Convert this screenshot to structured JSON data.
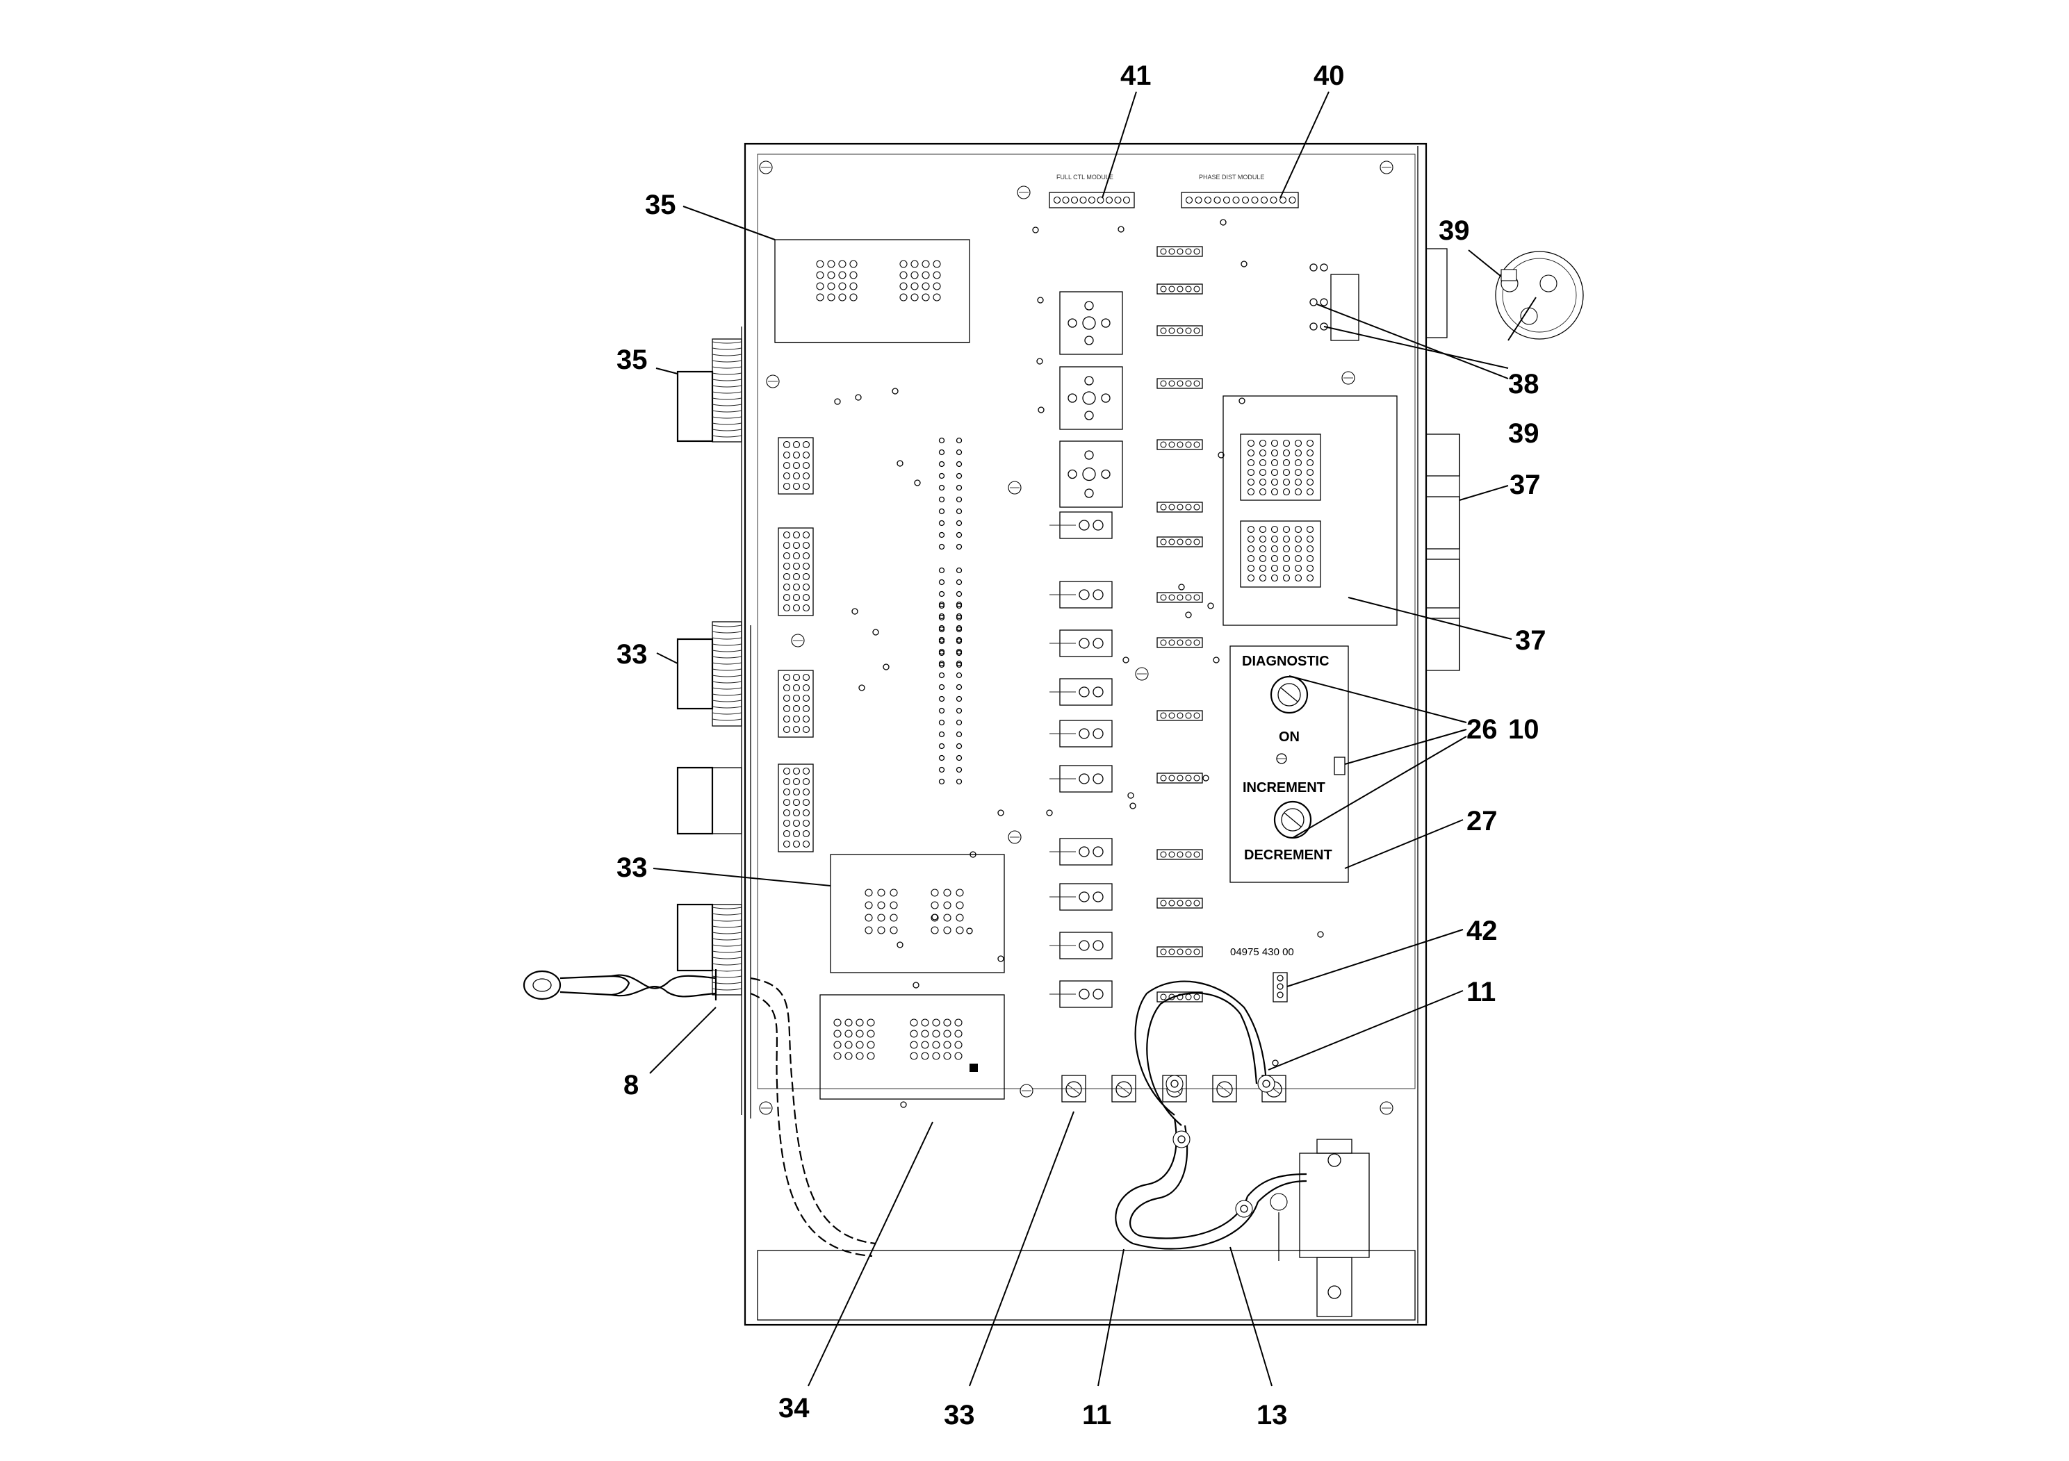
{
  "callouts": {
    "c41": "41",
    "c40": "40",
    "c35a": "35",
    "c35b": "35",
    "c39a": "39",
    "c38": "38",
    "c39b": "39",
    "c37a": "37",
    "c37b": "37",
    "c33a": "33",
    "c33b": "33",
    "c33c": "33",
    "c26": "26",
    "c10": "10",
    "c27": "27",
    "c42": "42",
    "c11a": "11",
    "c11b": "11",
    "c8": "8",
    "c34": "34",
    "c13": "13"
  },
  "panel_labels": {
    "diagnostic": "DIAGNOSTIC",
    "on": "ON",
    "increment": "INCREMENT",
    "decrement": "DECREMENT",
    "part_number": "04975 430 00"
  },
  "colors": {
    "ink": "#000000",
    "background": "#ffffff"
  }
}
